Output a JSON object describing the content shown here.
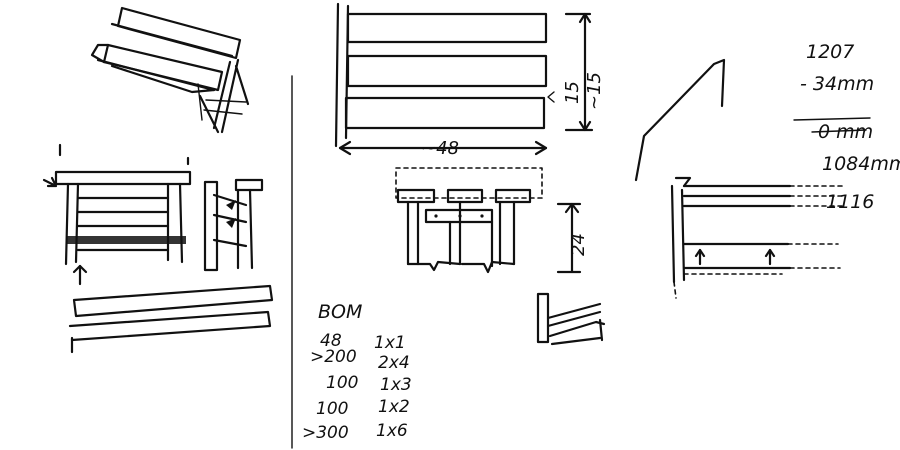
{
  "frame": {
    "width_label": "~48",
    "height_label": "15",
    "height_label_alt": "~15",
    "leg_height_label": "24"
  },
  "calc": {
    "line1": "1207",
    "line2": "- 34mm",
    "line3_struck": "0 mm",
    "line4": "1084mm",
    "line5": "1116"
  },
  "bom": {
    "title": "BOM",
    "rows": [
      {
        "qty": "48",
        "size": "1x1"
      },
      {
        "qty": ">200",
        "size": "2x4"
      },
      {
        "qty": "100",
        "size": "1x3"
      },
      {
        "qty": "100",
        "size": "1x2"
      },
      {
        "qty": ">300",
        "size": "1x6"
      }
    ]
  }
}
